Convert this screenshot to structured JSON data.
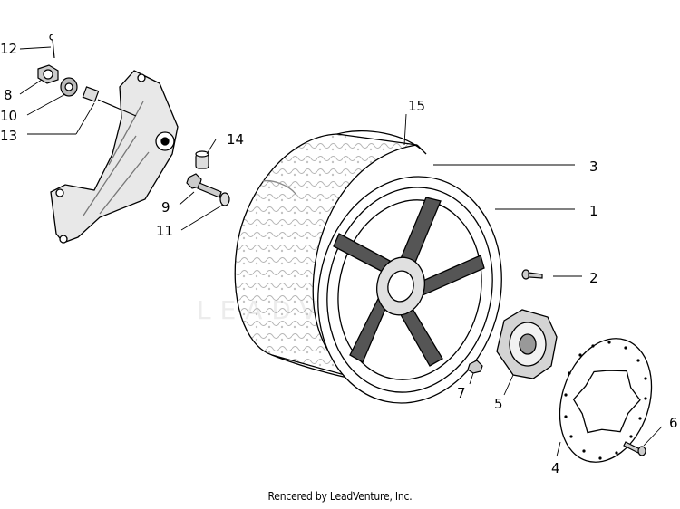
{
  "callouts": [
    {
      "id": "12",
      "label": "12"
    },
    {
      "id": "8",
      "label": "8"
    },
    {
      "id": "10",
      "label": "10"
    },
    {
      "id": "13",
      "label": "13"
    },
    {
      "id": "14",
      "label": "14"
    },
    {
      "id": "15",
      "label": "15"
    },
    {
      "id": "3",
      "label": "3"
    },
    {
      "id": "1",
      "label": "1"
    },
    {
      "id": "9",
      "label": "9"
    },
    {
      "id": "11",
      "label": "11"
    },
    {
      "id": "2",
      "label": "2"
    },
    {
      "id": "7",
      "label": "7"
    },
    {
      "id": "5",
      "label": "5"
    },
    {
      "id": "6",
      "label": "6"
    },
    {
      "id": "4",
      "label": "4"
    }
  ],
  "watermark": "LEADVENTURE",
  "credit": "Rencered by LeadVenture, Inc.",
  "colors": {
    "line": "#000000",
    "tire_shade": "#d8d8d8",
    "watermark": "#e6e6e6"
  }
}
